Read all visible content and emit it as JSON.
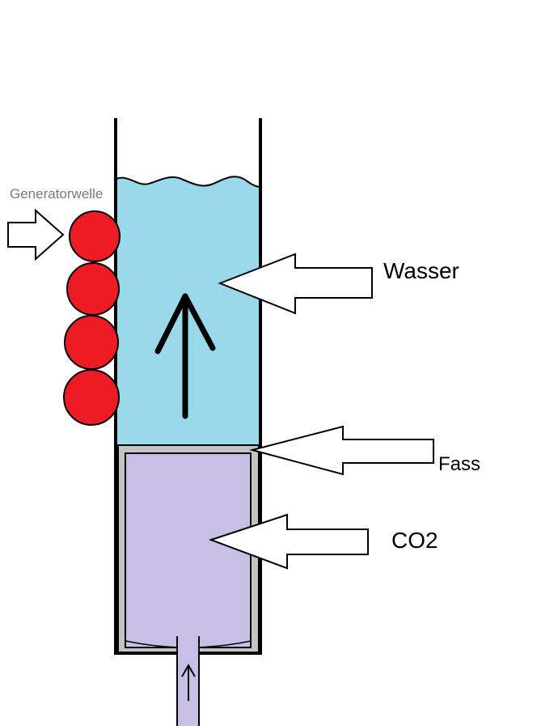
{
  "labels": {
    "generator_shaft": "Generatorwelle",
    "water": "Wasser",
    "barrel": "Fass",
    "co2": "CO2"
  },
  "colors": {
    "water": "#99d9ea",
    "co2": "#c8bfe7",
    "barrel_rim": "#c3c3c3",
    "roller": "#ed1c24",
    "outline": "#000000",
    "generator_label": "#7a7a7a"
  },
  "icons": {
    "rollers": "red-circle",
    "arrows": "outlined-block-arrow",
    "flow_arrow": "up-arrow"
  }
}
